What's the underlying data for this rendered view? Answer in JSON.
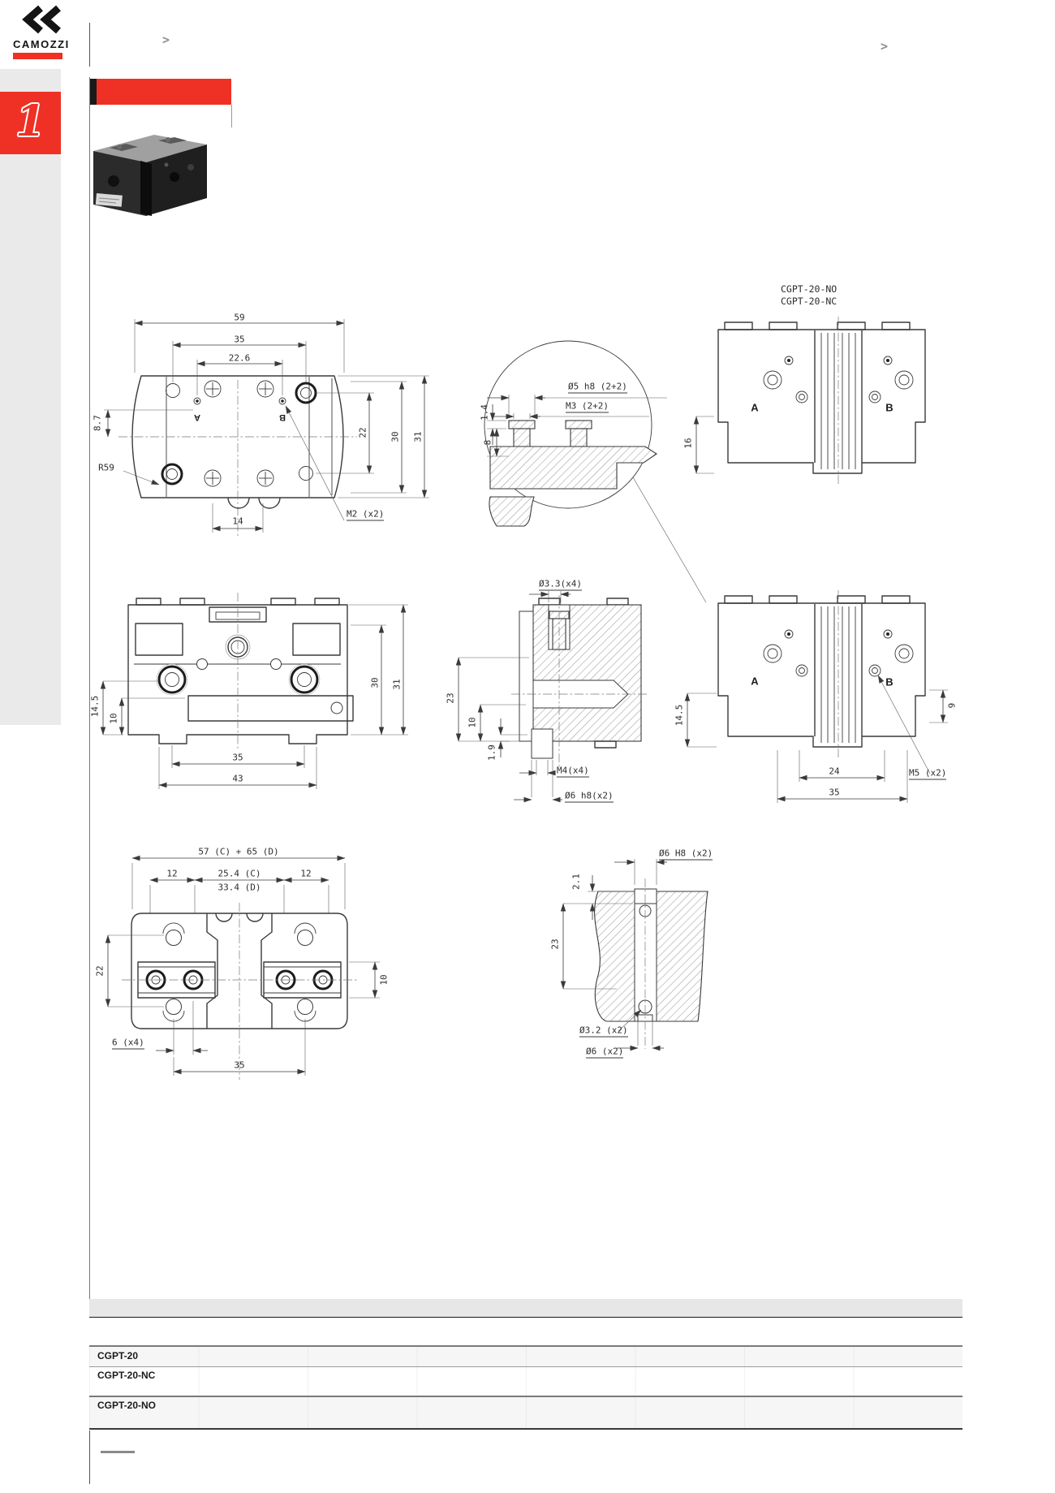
{
  "page": {
    "section_number": "1"
  },
  "header": {
    "brand": "CAMOZZI",
    "chevron_left": ">",
    "chevron_right": ">"
  },
  "colors": {
    "brand_red": "#ee3124",
    "sidebar_gray": "#eaeaea",
    "drawing_line": "#3a3a3a",
    "table_band_gray": "#e7e7e7"
  },
  "views": {
    "top_plan": {
      "d59": "59",
      "d35": "35",
      "d22_6": "22.6",
      "d8_7": "8.7",
      "r59": "R59",
      "d22": "22",
      "d30": "30",
      "d31": "31",
      "d14": "14",
      "m2": "M2 (x2)",
      "port_a": "A",
      "port_b": "B"
    },
    "detail_circle": {
      "d5": "Ø5 h8 (2+2)",
      "m3": "M3 (2+2)",
      "d1_4": "1.4",
      "d8": "8"
    },
    "front_no_nc": {
      "title_no": "CGPT-20-NO",
      "title_nc": "CGPT-20-NC",
      "port_a": "A",
      "port_b": "B",
      "d16": "16"
    },
    "front_plain": {
      "d14_5": "14.5",
      "d10": "10",
      "d30": "30",
      "d31": "31",
      "d35": "35",
      "d43": "43"
    },
    "cross_section": {
      "d3_3": "Ø3.3(x4)",
      "d23": "23",
      "d10": "10",
      "d1_9": "1.9",
      "m4": "M4(x4)",
      "d6h8": "Ø6 h8(x2)"
    },
    "front_ports": {
      "port_a": "A",
      "port_b": "B",
      "d14_5": "14.5",
      "d24": "24",
      "d35": "35",
      "m5": "M5 (x2)",
      "d9": "9"
    },
    "jaw_plan": {
      "total": "57 (C) + 65 (D)",
      "d12_left": "12",
      "d25_4": "25.4 (C)",
      "d33_4": "33.4 (D)",
      "d12_right": "12",
      "d22": "22",
      "d10": "10",
      "d6x4": "6 (x4)",
      "d35": "35"
    },
    "jaw_section": {
      "d6H8": "Ø6 H8 (x2)",
      "d2_1": "2.1",
      "d23": "23",
      "d3_2": "Ø3.2 (x2)",
      "d6": "Ø6 (x2)"
    }
  },
  "table": {
    "rows": [
      {
        "label": "CGPT-20"
      },
      {
        "label": "CGPT-20-NC"
      },
      {
        "label": "CGPT-20-NO"
      }
    ]
  }
}
